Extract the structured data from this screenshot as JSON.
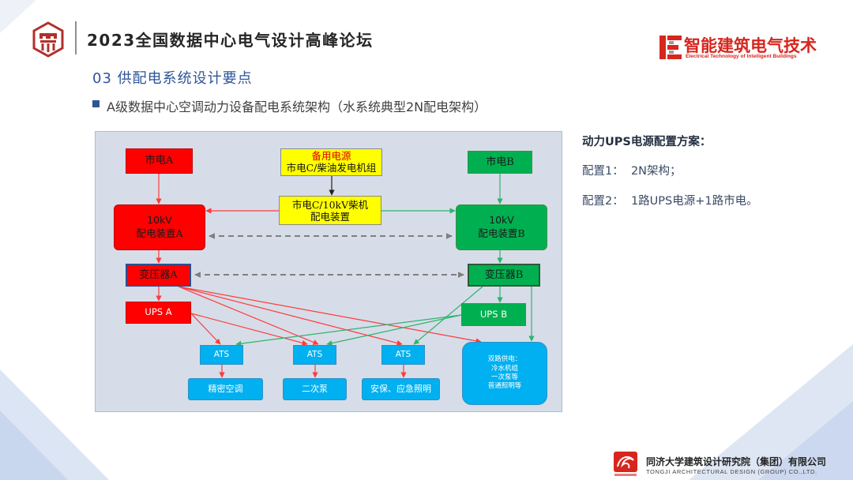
{
  "header": {
    "title": "2023全国数据中心电气设计高峰论坛",
    "brand_name": "智能建筑电气技术",
    "brand_subtitle": "Electrical Technology of Intelligent Buildings"
  },
  "section": {
    "title": "03 供配电系统设计要点",
    "bullet": "A级数据中心空调动力设备配电系统架构（水系统典型2N配电架构）"
  },
  "diagram": {
    "utility_a": "市电A",
    "backup_title": "备用电源",
    "backup_source": "市电C/柴油发电机组",
    "utility_b": "市电B",
    "backup_switchgear": [
      "市电C/10kV柴机",
      "配电装置"
    ],
    "switchgear_a": [
      "10kV",
      "配电装置A"
    ],
    "switchgear_b": [
      "10kV",
      "配电装置B"
    ],
    "transformer_a": "变压器A",
    "transformer_b": "变压器B",
    "ups_a": "UPS A",
    "ups_b": "UPS B",
    "ats": [
      "ATS",
      "ATS",
      "ATS"
    ],
    "loads": [
      "精密空调",
      "二次泵",
      "安保、应急照明"
    ],
    "dual_supply": [
      "双路供电：",
      "冷水机组",
      "一次泵等",
      "普通照明等"
    ]
  },
  "notes": {
    "heading": "动力UPS电源配置方案：",
    "items": [
      "配置1：  2N架构；",
      "配置2：  1路UPS电源+1路市电。"
    ]
  },
  "footer": {
    "company_cn": "同济大学建筑设计研究院（集团）有限公司",
    "company_en": "TONGJI ARCHITECTURAL DESIGN (GROUP) CO.,LTD."
  },
  "colors": {
    "accent_blue": "#2e5597",
    "brand_red": "#d7261e",
    "supply_a": "#ff0000",
    "supply_b": "#00b050",
    "backup": "#ffff00",
    "distribution": "#00b0f0",
    "diagram_background": "#d6dde8"
  }
}
